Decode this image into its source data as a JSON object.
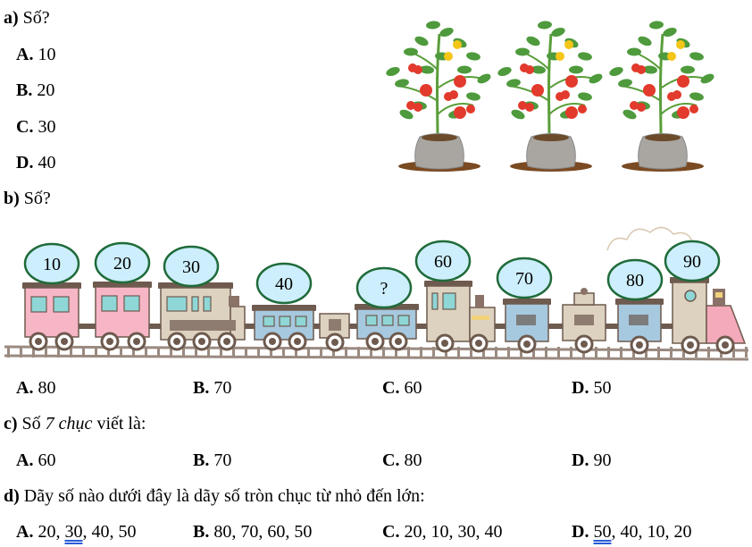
{
  "question_a": {
    "label": "a)",
    "prompt": "Số?",
    "plant_count": 3,
    "options": [
      {
        "letter": "A.",
        "value": "10"
      },
      {
        "letter": "B.",
        "value": "20"
      },
      {
        "letter": "C.",
        "value": "30"
      },
      {
        "letter": "D.",
        "value": "40"
      }
    ]
  },
  "question_b": {
    "label": "b)",
    "prompt": "Số?",
    "train_bubbles": [
      "10",
      "20",
      "30",
      "40",
      "?",
      "60",
      "70",
      "80",
      "90"
    ],
    "options": [
      {
        "letter": "A.",
        "value": "80"
      },
      {
        "letter": "B.",
        "value": "70"
      },
      {
        "letter": "C.",
        "value": "60"
      },
      {
        "letter": "D.",
        "value": "50"
      }
    ]
  },
  "question_c": {
    "label": "c)",
    "prompt_before": "Số",
    "prompt_italic": "7 chục",
    "prompt_after": "viết là:",
    "options": [
      {
        "letter": "A.",
        "value": "60"
      },
      {
        "letter": "B.",
        "value": "70"
      },
      {
        "letter": "C.",
        "value": "80"
      },
      {
        "letter": "D.",
        "value": "90"
      }
    ]
  },
  "question_d": {
    "label": "d)",
    "prompt": "Dãy số nào dưới đây là dãy số tròn chục từ nhỏ đến lớn:",
    "options": [
      {
        "letter": "A.",
        "pre": "20, ",
        "marked": "30",
        "post": ", 40, 50"
      },
      {
        "letter": "B.",
        "pre": "80, 70, 60, 50",
        "marked": "",
        "post": ""
      },
      {
        "letter": "C.",
        "pre": "20, 10, 30, 40",
        "marked": "",
        "post": ""
      },
      {
        "letter": "D.",
        "pre": "",
        "marked": "50",
        "post": ", 40, 10, 20"
      }
    ]
  },
  "colors": {
    "bubble_fill": "#cdeefc",
    "bubble_stroke": "#1f6b3a",
    "pink_car": "#f7b6c6",
    "blue_car": "#a7c9df",
    "beige_car": "#ddd2c0",
    "roof": "#6e5a4e",
    "track": "#9a8a80",
    "window": "#8fd6d6",
    "leaf": "#4e9a3c",
    "tomato": "#e23a2c",
    "flower": "#f5c518",
    "pot": "#a9a6a2",
    "soil": "#7a4a22"
  }
}
